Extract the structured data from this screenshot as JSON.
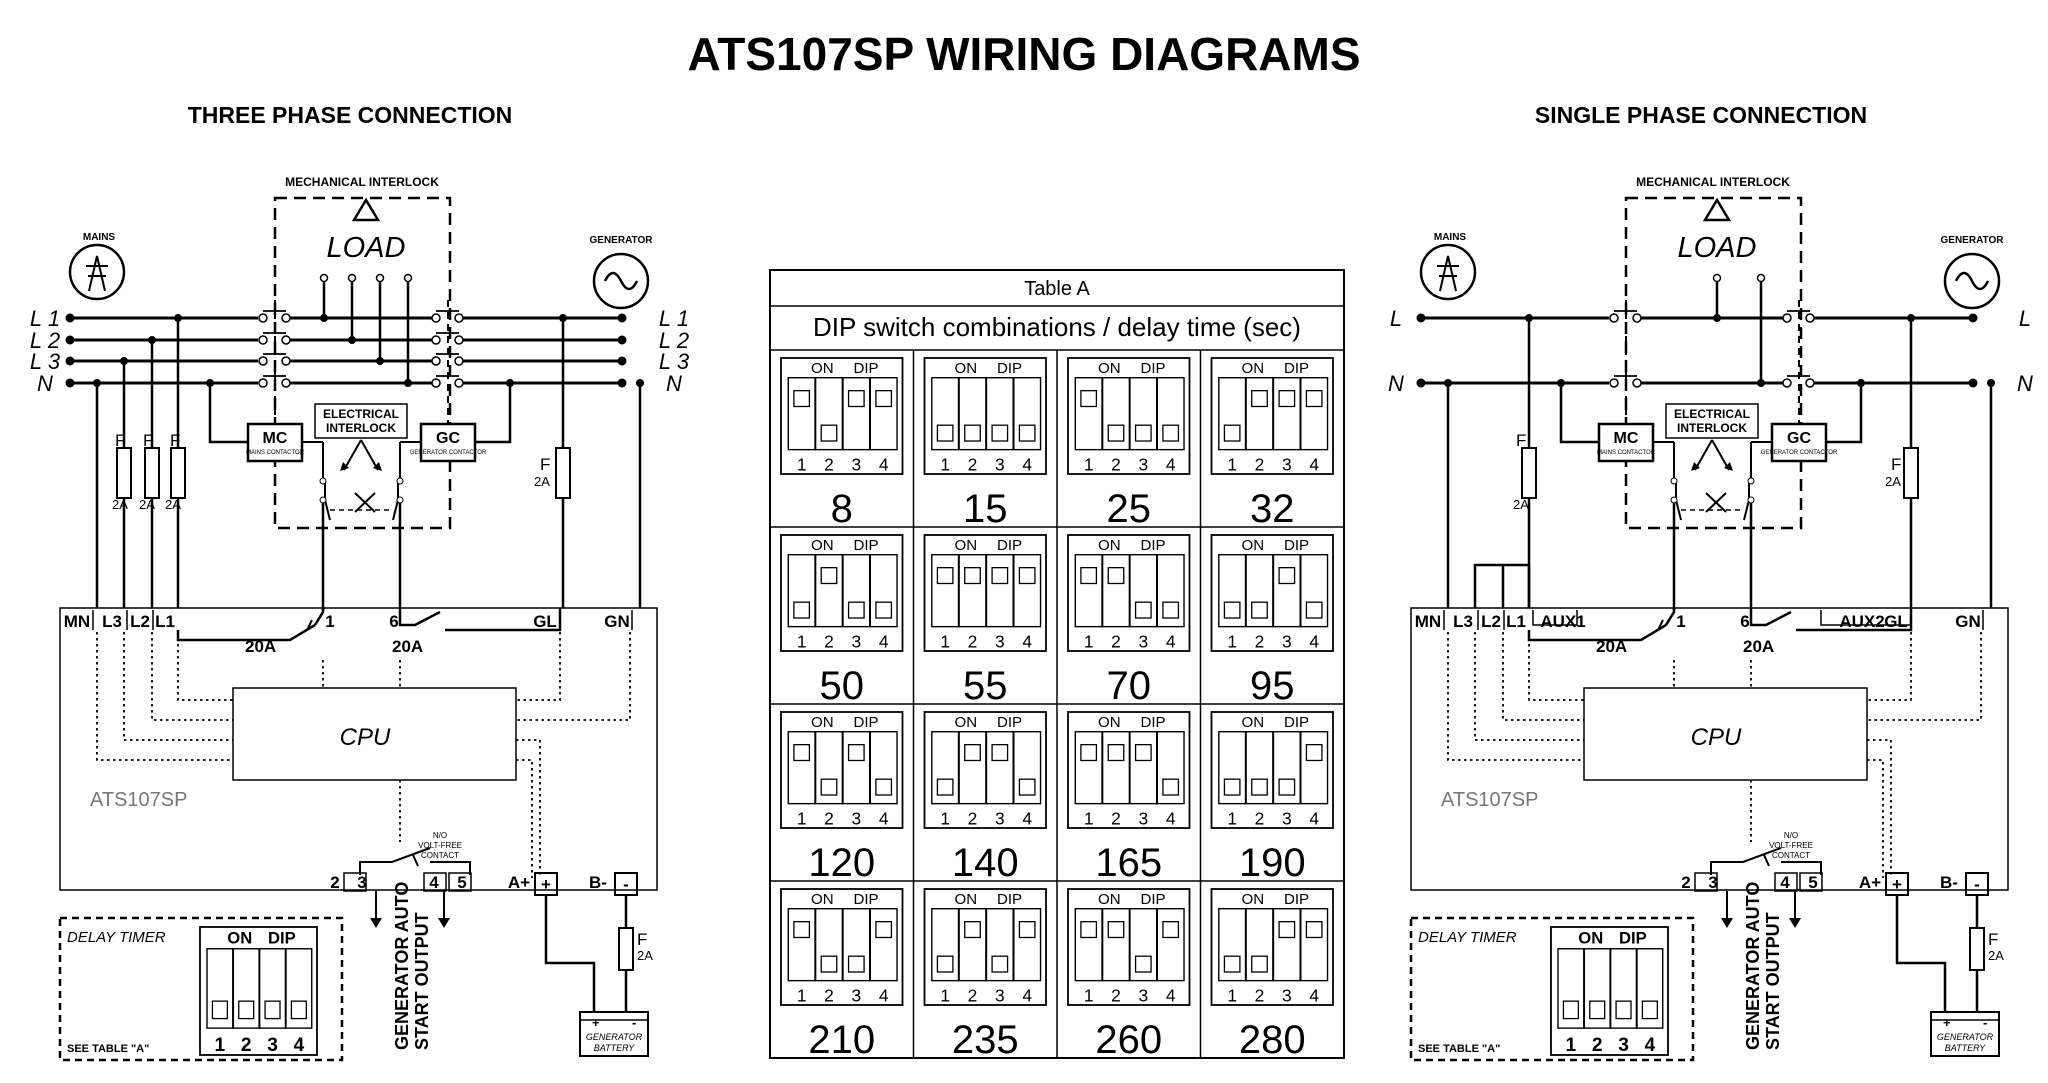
{
  "title": "ATS107SP WIRING DIAGRAMS",
  "sections": [
    {
      "heading": "THREE PHASE CONNECTION",
      "mains_label": "MAINS",
      "generator_label": "GENERATOR",
      "mechanical_interlock": "MECHANICAL INTERLOCK",
      "load": "LOAD",
      "left_lines": [
        "L 1",
        "L 2",
        "L 3",
        "N"
      ],
      "right_lines": [
        "L 1",
        "L 2",
        "L 3",
        "N"
      ],
      "mc": "MC",
      "mc_sub": "MAINS CONTACTOR",
      "gc": "GC",
      "gc_sub": "GENERATOR CONTACTOR",
      "electrical_interlock": [
        "ELECTRICAL",
        "INTERLOCK"
      ],
      "fuse_f": "F",
      "fuse_2a": "2A",
      "terminals": [
        "MN",
        "L3",
        "L2",
        "L1"
      ],
      "aux1": "",
      "aux2": "",
      "t1": "1",
      "t6": "6",
      "amp1": "20A",
      "amp2": "20A",
      "gl": "GL",
      "gn": "GN",
      "cpu": "CPU",
      "model": "ATS107SP",
      "no_contact": [
        "N/O",
        "VOLT-FREE",
        "CONTACT"
      ],
      "bottom_terminals": [
        "2",
        "3",
        "4",
        "5"
      ],
      "a_plus": "A+",
      "b_minus": "B-",
      "plus": "+",
      "minus": "-",
      "delay_timer": "DELAY TIMER",
      "see_table": "SEE TABLE \"A\"",
      "dip_on": "ON",
      "dip_dip": "DIP",
      "dip_numbers": [
        "1",
        "2",
        "3",
        "4"
      ],
      "gen_auto_start": [
        "GENERATOR AUTO",
        "START OUTPUT"
      ],
      "battery": [
        "GENERATOR",
        "BATTERY"
      ]
    },
    {
      "heading": "SINGLE PHASE CONNECTION",
      "mains_label": "MAINS",
      "generator_label": "GENERATOR",
      "mechanical_interlock": "MECHANICAL INTERLOCK",
      "load": "LOAD",
      "left_lines": [
        "L",
        "N"
      ],
      "right_lines": [
        "L",
        "N"
      ],
      "mc": "MC",
      "mc_sub": "MAINS CONTACTOR",
      "gc": "GC",
      "gc_sub": "GENERATOR CONTACTOR",
      "electrical_interlock": [
        "ELECTRICAL",
        "INTERLOCK"
      ],
      "fuse_f": "F",
      "fuse_2a": "2A",
      "terminals": [
        "MN",
        "L3",
        "L2",
        "L1"
      ],
      "aux1": "AUX1",
      "aux2": "AUX2",
      "t1": "1",
      "t6": "6",
      "amp1": "20A",
      "amp2": "20A",
      "gl": "GL",
      "gn": "GN",
      "cpu": "CPU",
      "model": "ATS107SP",
      "no_contact": [
        "N/O",
        "VOLT-FREE",
        "CONTACT"
      ],
      "bottom_terminals": [
        "2",
        "3",
        "4",
        "5"
      ],
      "a_plus": "A+",
      "b_minus": "B-",
      "plus": "+",
      "minus": "-",
      "delay_timer": "DELAY TIMER",
      "see_table": "SEE TABLE \"A\"",
      "dip_on": "ON",
      "dip_dip": "DIP",
      "dip_numbers": [
        "1",
        "2",
        "3",
        "4"
      ],
      "gen_auto_start": [
        "GENERATOR AUTO",
        "START OUTPUT"
      ],
      "battery": [
        "GENERATOR",
        "BATTERY"
      ]
    }
  ],
  "table": {
    "title": "Table A",
    "subtitle": "DIP switch combinations / delay time (sec)",
    "on": "ON",
    "dip": "DIP",
    "numbers": [
      "1",
      "2",
      "3",
      "4"
    ],
    "cells": [
      {
        "value": "8",
        "switches": [
          "up",
          "down",
          "up",
          "up"
        ]
      },
      {
        "value": "15",
        "switches": [
          "down",
          "down",
          "down",
          "down"
        ]
      },
      {
        "value": "25",
        "switches": [
          "up",
          "down",
          "down",
          "down"
        ]
      },
      {
        "value": "32",
        "switches": [
          "down",
          "up",
          "up",
          "up"
        ]
      },
      {
        "value": "50",
        "switches": [
          "down",
          "up",
          "down",
          "down"
        ]
      },
      {
        "value": "55",
        "switches": [
          "up",
          "up",
          "up",
          "up"
        ]
      },
      {
        "value": "70",
        "switches": [
          "up",
          "up",
          "down",
          "down"
        ]
      },
      {
        "value": "95",
        "switches": [
          "down",
          "down",
          "up",
          "down"
        ]
      },
      {
        "value": "120",
        "switches": [
          "up",
          "down",
          "up",
          "down"
        ]
      },
      {
        "value": "140",
        "switches": [
          "down",
          "up",
          "up",
          "down"
        ]
      },
      {
        "value": "165",
        "switches": [
          "up",
          "up",
          "up",
          "down"
        ]
      },
      {
        "value": "190",
        "switches": [
          "down",
          "down",
          "down",
          "up"
        ]
      },
      {
        "value": "210",
        "switches": [
          "up",
          "down",
          "down",
          "up"
        ]
      },
      {
        "value": "235",
        "switches": [
          "down",
          "up",
          "down",
          "up"
        ]
      },
      {
        "value": "260",
        "switches": [
          "up",
          "up",
          "down",
          "up"
        ]
      },
      {
        "value": "280",
        "switches": [
          "down",
          "down",
          "up",
          "up"
        ]
      }
    ]
  }
}
